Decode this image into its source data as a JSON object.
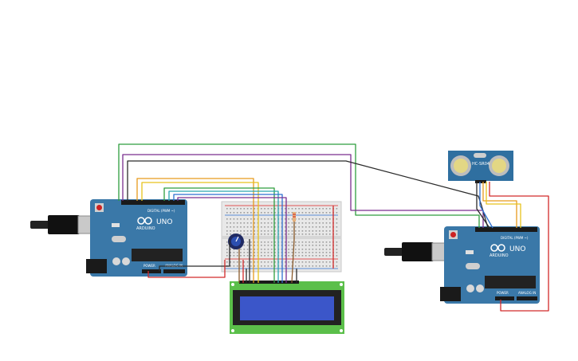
{
  "arduino_left": {
    "logo": "ARDUINO",
    "model": "UNO",
    "header_label": "DIGITAL (PWM ~)",
    "power_label": "POWER",
    "analog_label": "ANALOG IN"
  },
  "arduino_right": {
    "logo": "ARDUINO",
    "model": "UNO",
    "header_label": "DIGITAL (PWM ~)",
    "power_label": "POWER",
    "analog_label": "ANALOG IN"
  },
  "sensor": {
    "label": "HC-SR04"
  },
  "colors": {
    "board": "#3a78a8",
    "breadboard": "#e8e8e8",
    "lcd_pcb": "#5bbf4a",
    "lcd_screen": "#3b56c9",
    "sensor_pcb": "#2f6fa0",
    "wire_green": "#2e9e3e",
    "wire_purple": "#7a2e8f",
    "wire_black": "#2b2b2b",
    "wire_orange": "#e69a1c",
    "wire_yellow": "#e6c21c",
    "wire_blue": "#2e6fd0",
    "wire_red": "#d22a2a",
    "wire_teal": "#2aa6b0"
  }
}
